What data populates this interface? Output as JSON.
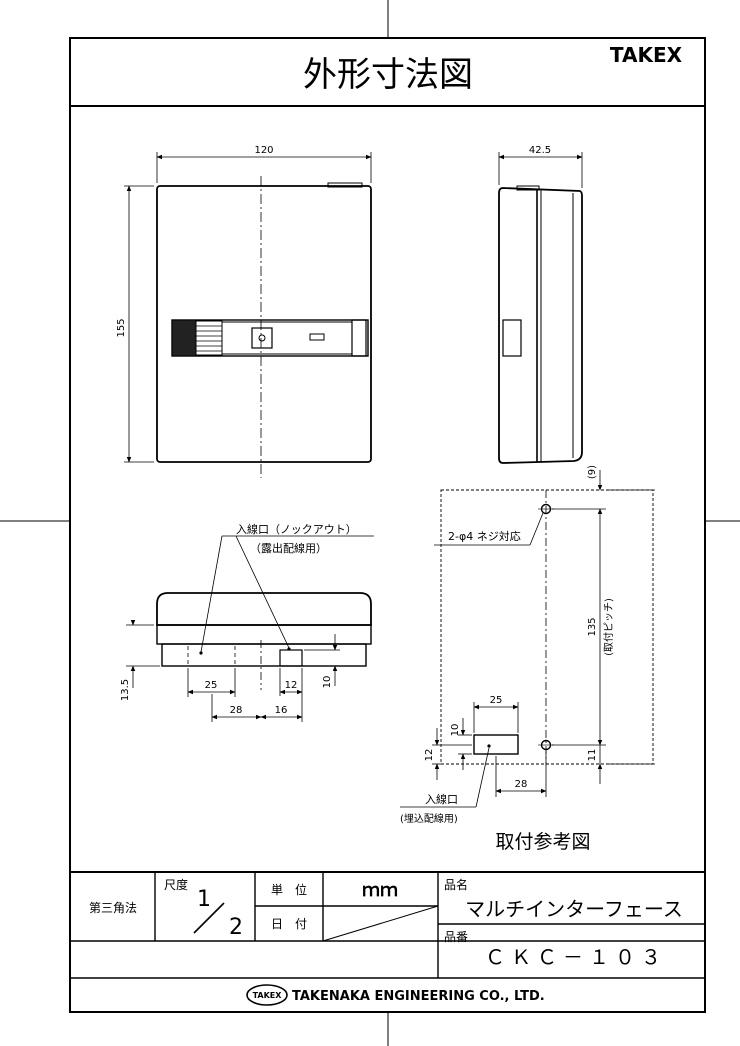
{
  "header": {
    "title": "外形寸法図",
    "brand": "TAKEX"
  },
  "front_view": {
    "width": "120",
    "height": "155"
  },
  "side_view": {
    "depth": "42.5"
  },
  "bottom_view": {
    "inlet_label": "入線口（ノックアウト）",
    "inlet_note": "（露出配線用）",
    "dim_height": "13.5",
    "dim_25": "25",
    "dim_12": "12",
    "dim_10": "10",
    "dim_28": "28",
    "dim_16": "16"
  },
  "mounting_view": {
    "screw_label": "2-φ4 ネジ対応",
    "dim_9": "(9)",
    "pitch": "135",
    "pitch_note": "(取付ピッチ)",
    "dim_11": "11",
    "dim_25": "25",
    "dim_10": "10",
    "dim_12": "12",
    "dim_28": "28",
    "inlet_label": "入線口",
    "inlet_note": "(埋込配線用)",
    "caption": "取付参考図"
  },
  "title_block": {
    "projection": "第三角法",
    "scale_label": "尺度",
    "scale_num": "1",
    "scale_den": "2",
    "unit_label": "単　位",
    "unit_value": "ｍｍ",
    "date_label": "日　付",
    "name_label": "品名",
    "name_value": "マルチインターフェース",
    "code_label": "品番",
    "code_value": "ＣＫＣ－１０３"
  },
  "footer": {
    "logo_text": "TAKEX",
    "company": "TAKENAKA ENGINEERING CO., LTD."
  }
}
